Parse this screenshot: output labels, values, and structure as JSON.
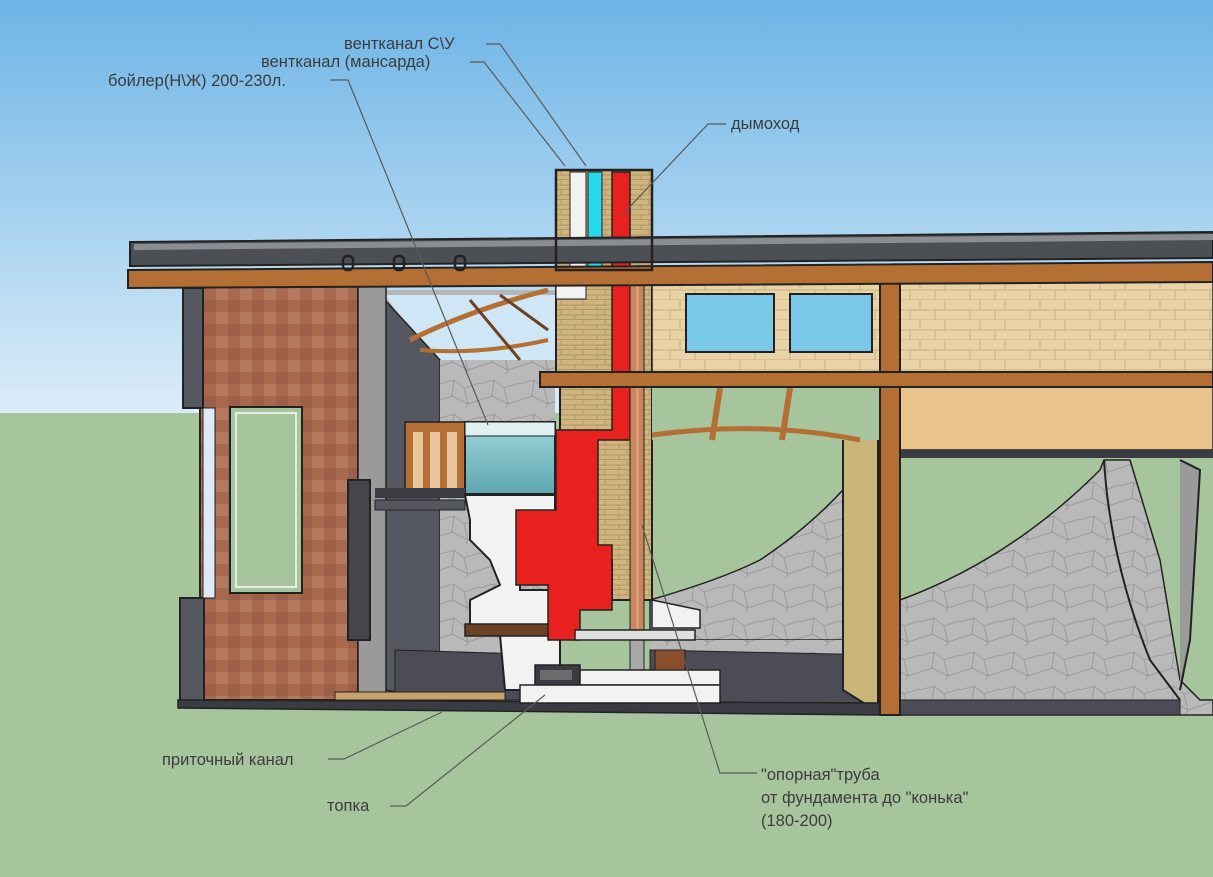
{
  "colors": {
    "sky_top": "#74b8e8",
    "sky_bottom": "#d9ecf9",
    "ground": "#a6c49b",
    "roof": "#4c5054",
    "beam": "#b46f34",
    "brick": "#a86a52",
    "chimney_brick": "#cdb27e",
    "smoke_channel": "#e8211f",
    "vent_channel": "#27d8e8",
    "stone": "#b5b5b5",
    "floor": "#4b4c55",
    "window": "#7ac8e8",
    "label_text": "#3c3c3c",
    "leader_line": "#5a5a5a"
  },
  "labels": {
    "vent_su": "вентканал С\\У",
    "vent_mansard": "вентканал (мансарда)",
    "boiler": "бойлер(Н\\Ж) 200-230л.",
    "chimney": "дымоход",
    "intake": "приточный канал",
    "firebox": "топка",
    "support_pipe": {
      "line1": "\"опорная\"труба",
      "line2": "от фундамента до \"конька\"",
      "line3": "(180-200)"
    }
  }
}
